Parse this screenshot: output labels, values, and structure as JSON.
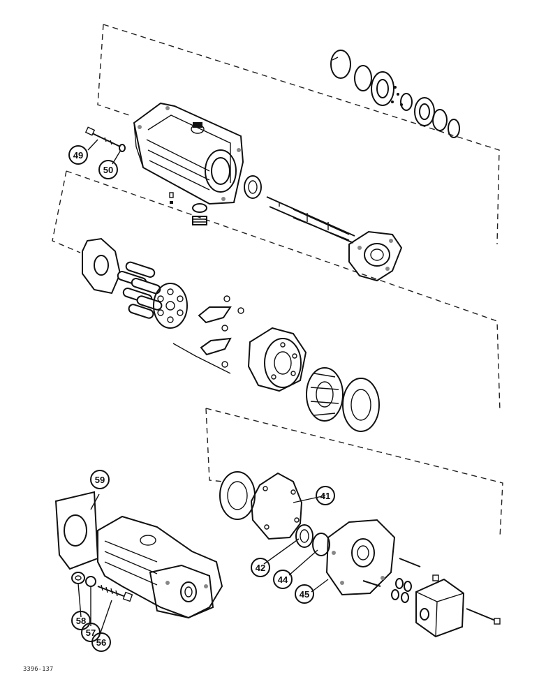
{
  "callouts": {
    "c49": "49",
    "c50": "50",
    "c41": "41",
    "c42": "42",
    "c44": "44",
    "c45": "45",
    "c56": "56",
    "c57": "57",
    "c58": "58",
    "c59": "59"
  },
  "drawing_code": "3396-137"
}
